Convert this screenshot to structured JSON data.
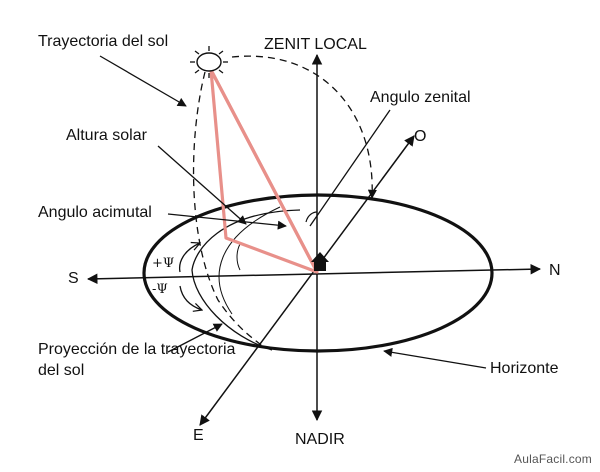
{
  "labels": {
    "sun_path": "Trayectoria del sol",
    "local_zenith": "ZENIT LOCAL",
    "zenith_angle": "Angulo zenital",
    "solar_altitude": "Altura solar",
    "azimuth_angle": "Angulo acimutal",
    "path_projection": "Proyección de la trayectoria del sol",
    "horizon": "Horizonte",
    "nadir": "NADIR"
  },
  "cardinal": {
    "north": "N",
    "south": "S",
    "east": "E",
    "west": "O"
  },
  "azimuth_signs": {
    "positive": "+Ψ",
    "negative": "-Ψ"
  },
  "watermark": "AulaFacil.com",
  "colors": {
    "ink": "#111111",
    "triangle": "#e8908a",
    "background": "#ffffff"
  },
  "icons": {
    "sun": "sun-icon",
    "observer": "house-icon"
  }
}
